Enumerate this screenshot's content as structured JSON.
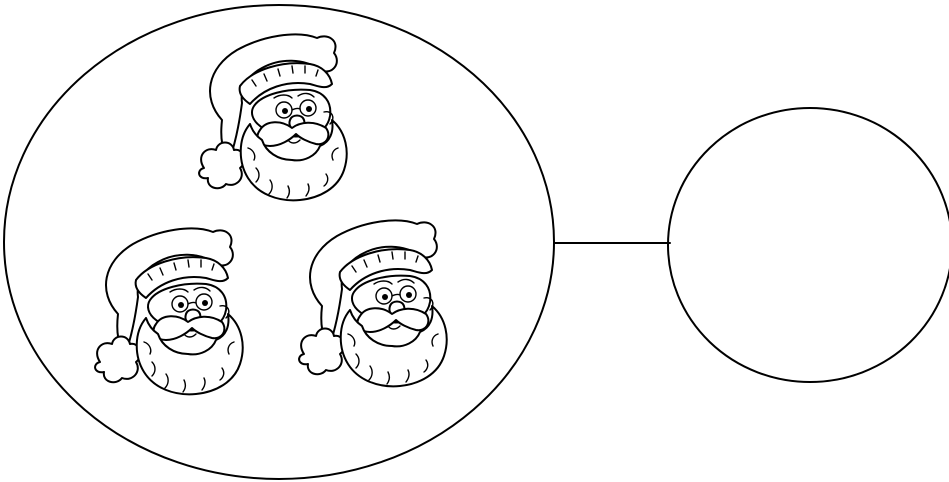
{
  "worksheet": {
    "left_group": {
      "item_icon": "santa-head-icon",
      "item_count": 3
    },
    "right_group": {
      "item_count": 0
    },
    "connector": "line"
  },
  "colors": {
    "ink": "#000000",
    "background": "#ffffff"
  }
}
